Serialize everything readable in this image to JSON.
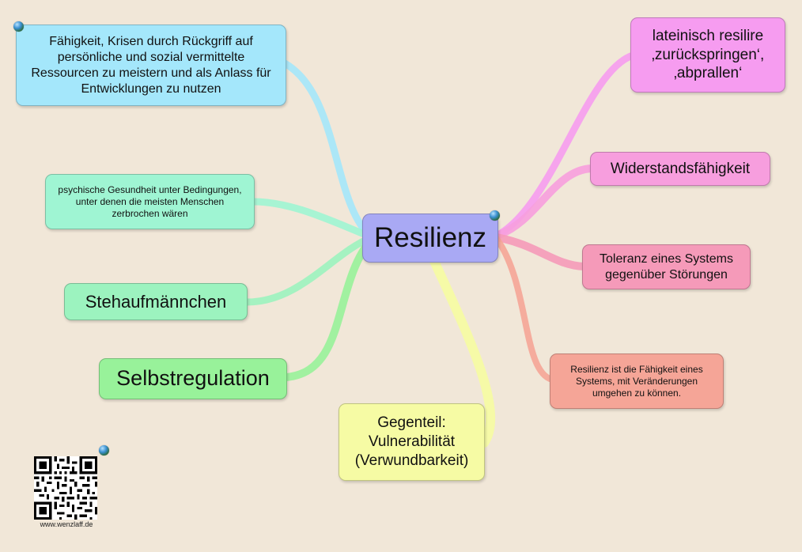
{
  "center": {
    "label": "Resilienz"
  },
  "branches": {
    "definition_crises": "Fähigkeit, Krisen durch Rückgriff auf persönliche und sozial vermittelte Ressourcen zu meistern und als Anlass für Entwicklungen zu nutzen",
    "psychic_health": "psychische Gesundheit unter Bedingungen, unter denen die meisten Menschen zerbrochen wären",
    "stehaufmaennchen": "Stehaufmännchen",
    "selbstregulation": "Selbstregulation",
    "gegenteil": "Gegenteil: Vulnerabilität (Verwundbarkeit)",
    "latin": "lateinisch resilire ‚zurückspringen‘, ‚abprallen‘",
    "widerstand": "Widerstandsfähigkeit",
    "toleranz": "Toleranz eines Systems gegenüber Störungen",
    "system_faehigkeit": "Resilienz ist die Fähigkeit eines Systems, mit Veränderungen umgehen zu können."
  },
  "colors": {
    "background": "#f1e7d8",
    "center": "#a9a9f4",
    "cyan": "#a4e7fb",
    "mint": "#9ff5d3",
    "green": "#9cf3bf",
    "lightgreen": "#98f29a",
    "yellow": "#f6fba4",
    "magenta": "#f69cf0",
    "pink": "#f79ede",
    "rose": "#f59ab9",
    "salmon": "#f5a597"
  },
  "footer": {
    "website": "www.wenzlaff.de"
  },
  "icons": {
    "attachment": "globe-icon",
    "code": "qr-code-icon"
  }
}
